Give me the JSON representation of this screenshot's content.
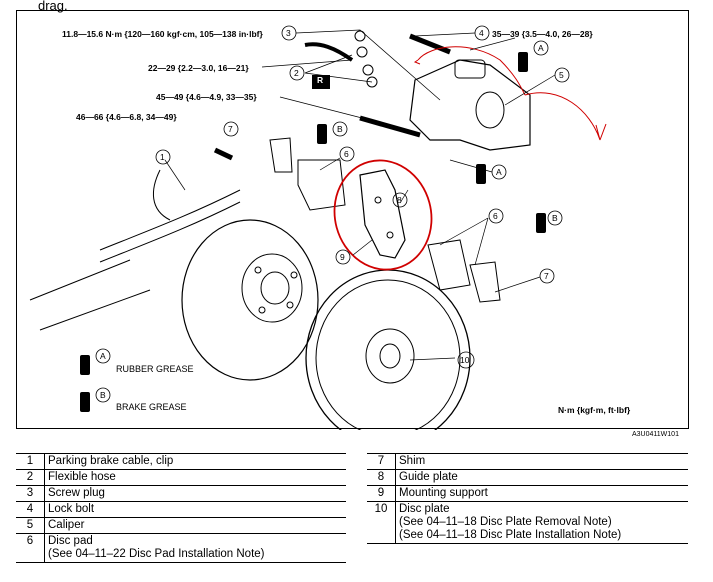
{
  "top_fragment": "drag.",
  "callouts": {
    "torque_3": "11.8—15.6 N·m {120—160 kgf·cm, 105—138 in·lbf}",
    "torque_2": "22—29 {2.2—3.0, 16—21}",
    "torque_caliper": "45—49 {4.6—4.9, 33—35}",
    "torque_support": "46—66 {4.6—6.8, 34—49}",
    "torque_4": "35—39 {3.5—4.0, 26—28}",
    "replace_mark": "R",
    "numbers": [
      "1",
      "2",
      "3",
      "4",
      "5",
      "6",
      "7",
      "8",
      "9",
      "10"
    ],
    "grease_a": "A",
    "grease_b": "B"
  },
  "legend": {
    "a_label": "A",
    "a_text": "RUBBER GREASE",
    "b_label": "B",
    "b_text": "BRAKE GREASE",
    "units": "N·m {kgf·m, ft·lbf}"
  },
  "figure_code": "A3U0411W101",
  "colors": {
    "annotation": "#d00000"
  },
  "parts_left": [
    {
      "num": "1",
      "name": "Parking brake cable, clip"
    },
    {
      "num": "2",
      "name": "Flexible hose"
    },
    {
      "num": "3",
      "name": "Screw plug"
    },
    {
      "num": "4",
      "name": "Lock bolt"
    },
    {
      "num": "5",
      "name": "Caliper"
    },
    {
      "num": "6",
      "name": "Disc pad",
      "note": "(See 04–11–22 Disc Pad Installation Note)"
    }
  ],
  "parts_right": [
    {
      "num": "7",
      "name": "Shim"
    },
    {
      "num": "8",
      "name": "Guide plate"
    },
    {
      "num": "9",
      "name": "Mounting support"
    },
    {
      "num": "10",
      "name": "Disc plate",
      "note": "(See 04–11–18 Disc Plate Removal Note)",
      "note2": "(See 04–11–18 Disc Plate Installation Note)"
    }
  ]
}
